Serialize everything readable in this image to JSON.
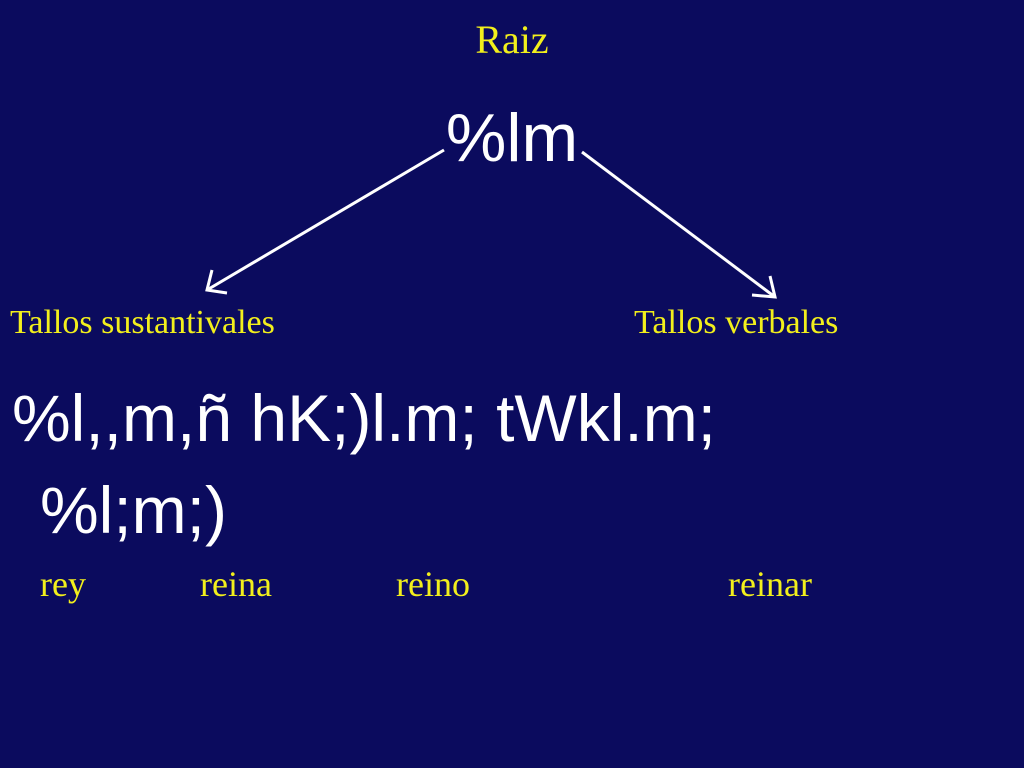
{
  "slide": {
    "background": "#0b0b5e",
    "text_color_primary": "#f2ef1c",
    "text_color_secondary": "#ffffff"
  },
  "root": {
    "label": "Raiz",
    "word": "%lm"
  },
  "stems": {
    "noun_label": "Tallos sustantivales",
    "verb_label": "Tallos verbales"
  },
  "words": {
    "line1": "%l,,m,ñ  hK;)l.m;  tWkl.m;",
    "line2": "%l;m;)"
  },
  "glosses": {
    "rey": "rey",
    "reina": "reina",
    "reino": "reino",
    "reinar": "reinar"
  }
}
